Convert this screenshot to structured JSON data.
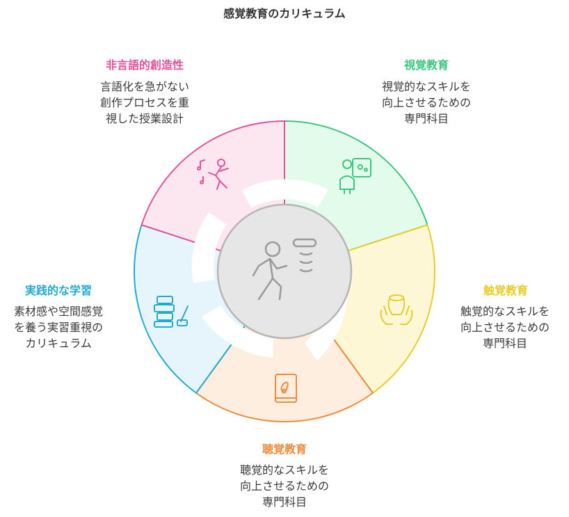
{
  "title": "感覚教育のカリキュラム",
  "segments": [
    {
      "key": "visual",
      "heading": "視覚教育",
      "desc_lines": [
        "視覚的なスキルを",
        "向上させるための",
        "専門科目"
      ],
      "color": "#3cc680",
      "fill": "#e2fbea",
      "icon": "artist-palette-icon"
    },
    {
      "key": "tactile",
      "heading": "触覚教育",
      "desc_lines": [
        "触覚的なスキルを",
        "向上させるための",
        "専門科目"
      ],
      "color": "#e8cd2a",
      "fill": "#fdf7d6",
      "icon": "hands-vase-icon"
    },
    {
      "key": "auditory",
      "heading": "聴覚教育",
      "desc_lines": [
        "聴覚的なスキルを",
        "向上させるための",
        "専門科目"
      ],
      "color": "#ee8a3a",
      "fill": "#fdeee0",
      "icon": "music-book-icon"
    },
    {
      "key": "practical",
      "heading": "実践的な学習",
      "desc_lines": [
        "素材感や空間感覚",
        "を養う実習重視の",
        "カリキュラム"
      ],
      "color": "#25a9d2",
      "fill": "#e5f5fb",
      "icon": "building-blocks-icon"
    },
    {
      "key": "nonverbal",
      "heading": "非言語的創造性",
      "desc_lines": [
        "言語化を急がない",
        "創作プロセスを重",
        "視した授業設計"
      ],
      "color": "#e2529b",
      "fill": "#fce7f1",
      "icon": "dancing-music-icon"
    }
  ],
  "center_icon": "running-person-icon"
}
